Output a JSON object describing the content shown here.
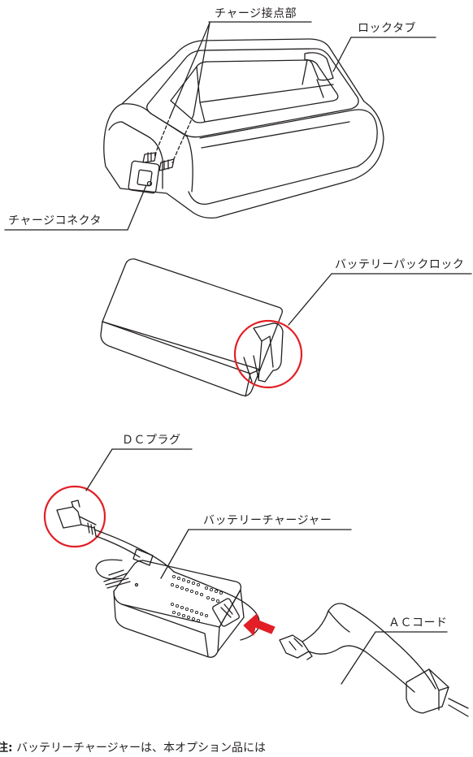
{
  "labels": {
    "charge_contacts": "チャージ接点部",
    "lock_tab": "ロックタブ",
    "charge_connector": "チャージコネクタ",
    "battery_pack_lock": "バッテリーパックロック",
    "dc_plug": "ＤＣプラグ",
    "battery_charger": "バッテリーチャージャー",
    "ac_cord": "ＡＣコード"
  },
  "note": {
    "prefix": "注:",
    "text": "バッテリーチャージャーは、本オプション品には"
  },
  "colors": {
    "line": "#231f20",
    "highlight": "#e21f26",
    "arrow": "#e21f26"
  }
}
